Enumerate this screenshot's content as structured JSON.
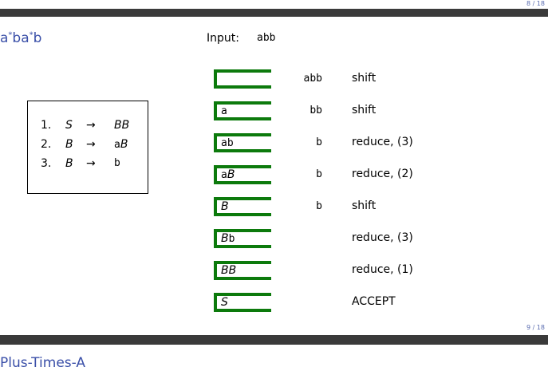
{
  "page_top": "8 / 18",
  "page_mid": "9 / 18",
  "slide_title": {
    "a1": "a",
    "star1": "*",
    "b": "ba",
    "star2": "*",
    "b2": "b"
  },
  "input": {
    "label": "Input:",
    "value": "abb"
  },
  "grammar": [
    {
      "num": "1.",
      "lhs": "S",
      "arrow": "→",
      "rhs": "BB"
    },
    {
      "num": "2.",
      "lhs": "B",
      "arrow": "→",
      "rhs_mono": "a",
      "rhs_it": "B"
    },
    {
      "num": "3.",
      "lhs": "B",
      "arrow": "→",
      "rhs_mono": "b"
    }
  ],
  "trace": [
    {
      "stack_mono": "",
      "stack_it": "",
      "stack_mono2": "",
      "remaining": "abb",
      "action": "shift"
    },
    {
      "stack_mono": "a",
      "stack_it": "",
      "stack_mono2": "",
      "remaining": "bb",
      "action": "shift"
    },
    {
      "stack_mono": "ab",
      "stack_it": "",
      "stack_mono2": "",
      "remaining": "b",
      "action": "reduce, (3)"
    },
    {
      "stack_mono": "a",
      "stack_it": "B",
      "stack_mono2": "",
      "remaining": "b",
      "action": "reduce, (2)"
    },
    {
      "stack_mono": "",
      "stack_it": "B",
      "stack_mono2": "",
      "remaining": "b",
      "action": "shift"
    },
    {
      "stack_mono": "",
      "stack_it": "B",
      "stack_mono2": "b",
      "remaining": "",
      "action": "reduce, (3)"
    },
    {
      "stack_mono": "",
      "stack_it": "BB",
      "stack_mono2": "",
      "remaining": "",
      "action": "reduce, (1)"
    },
    {
      "stack_mono": "",
      "stack_it": "S",
      "stack_mono2": "",
      "remaining": "",
      "action": "ACCEPT"
    }
  ],
  "next_slide_title": "Plus-Times-A",
  "colors": {
    "accent": "#3a4fa8",
    "stack": "#0c7a0c",
    "bar": "#3a3a3a"
  }
}
